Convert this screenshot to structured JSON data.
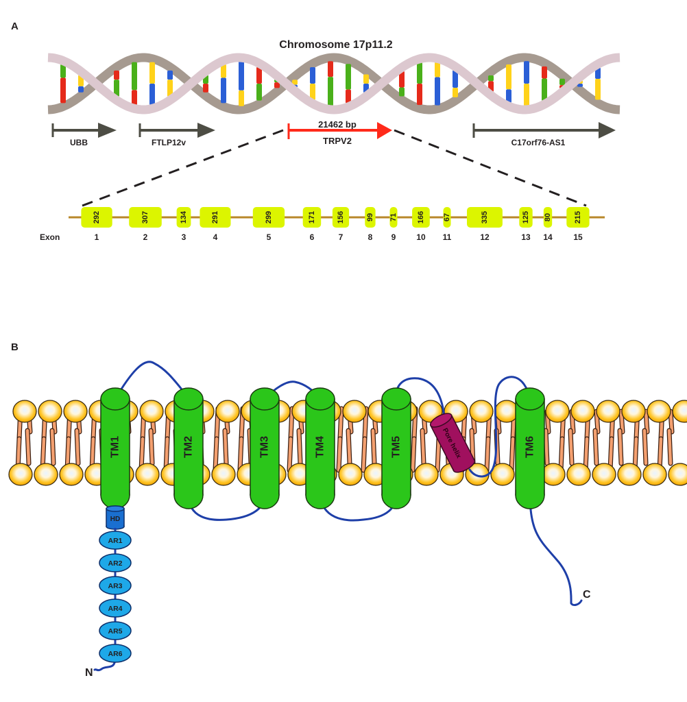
{
  "panel_a": {
    "label": "A",
    "title": "Chromosome 17p11.2",
    "genes": [
      {
        "name": "UBB",
        "color": "#4d4d44"
      },
      {
        "name": "FTLP12v",
        "color": "#4d4d44"
      },
      {
        "name": "TRPV2",
        "length": "21462 bp",
        "color": "#ff2a1a"
      },
      {
        "name": "C17orf76-AS1",
        "color": "#4d4d44"
      }
    ],
    "exon_axis_label": "Exon",
    "exon_color": "#dcf500",
    "intron_color": "#b8872a",
    "exons": [
      {
        "number": "1",
        "size": "292"
      },
      {
        "number": "2",
        "size": "307"
      },
      {
        "number": "3",
        "size": "134"
      },
      {
        "number": "4",
        "size": "291"
      },
      {
        "number": "5",
        "size": "299"
      },
      {
        "number": "6",
        "size": "171"
      },
      {
        "number": "7",
        "size": "156"
      },
      {
        "number": "8",
        "size": "99"
      },
      {
        "number": "9",
        "size": "71"
      },
      {
        "number": "10",
        "size": "166"
      },
      {
        "number": "11",
        "size": "67"
      },
      {
        "number": "12",
        "size": "335"
      },
      {
        "number": "13",
        "size": "125"
      },
      {
        "number": "14",
        "size": "80"
      },
      {
        "number": "15",
        "size": "215"
      }
    ]
  },
  "panel_b": {
    "label": "B",
    "tm_color": "#2bc61a",
    "chain_color": "#1e3fa8",
    "pore_color": "#a0105e",
    "domain_color": "#1ea8e8",
    "hd_color": "#1a6fd0",
    "helices": [
      "TM1",
      "TM2",
      "TM3",
      "TM4",
      "TM5",
      "TM6"
    ],
    "pore_helix": "Pore helix",
    "hd_domain": "HD",
    "ankyrin_repeats": [
      "AR1",
      "AR2",
      "AR3",
      "AR4",
      "AR5",
      "AR6"
    ],
    "n_terminus": "N",
    "c_terminus": "C"
  }
}
